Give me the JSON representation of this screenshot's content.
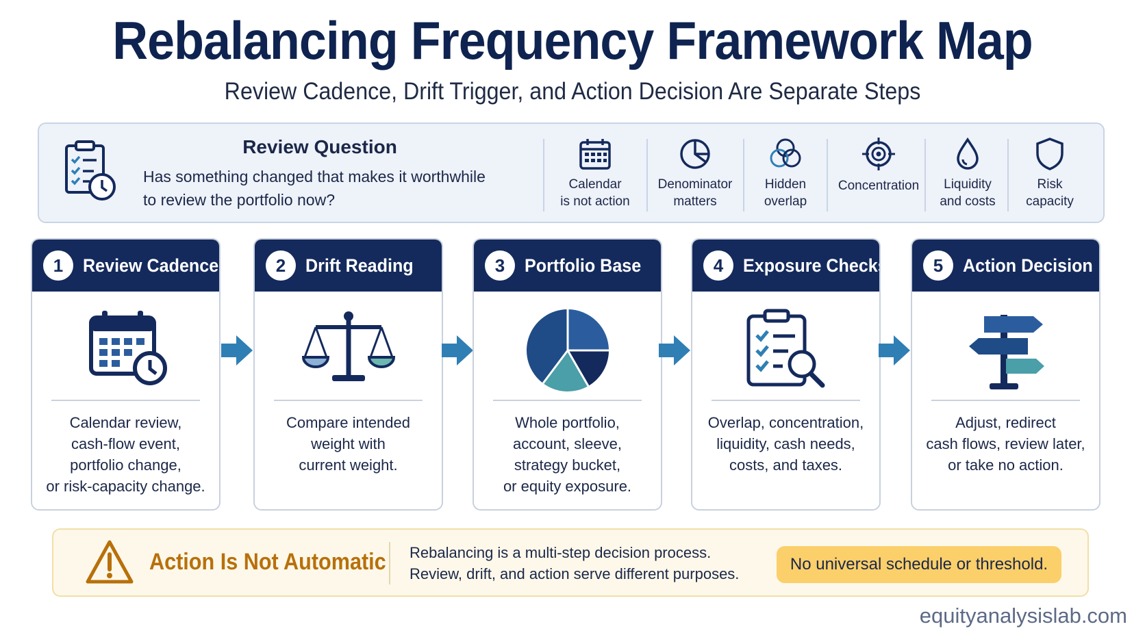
{
  "header": {
    "title": "Rebalancing Frequency Framework Map",
    "subtitle": "Review Cadence, Drift Trigger, and Action Decision Are Separate Steps"
  },
  "review_question": {
    "title": "Review Question",
    "text_line1": "Has something changed that makes it worthwhile",
    "text_line2": "to review the portfolio now?",
    "icon": "clipboard-clock-icon",
    "items": [
      {
        "icon": "calendar-icon",
        "line1": "Calendar",
        "line2": "is not action"
      },
      {
        "icon": "pie-chart-icon",
        "line1": "Denominator",
        "line2": "matters"
      },
      {
        "icon": "overlap-circles-icon",
        "line1": "Hidden",
        "line2": "overlap"
      },
      {
        "icon": "target-icon",
        "line1": "Concentration",
        "line2": ""
      },
      {
        "icon": "droplet-icon",
        "line1": "Liquidity",
        "line2": "and costs"
      },
      {
        "icon": "shield-icon",
        "line1": "Risk",
        "line2": "capacity"
      }
    ]
  },
  "steps": [
    {
      "num": "1",
      "title": "Review Cadence",
      "icon": "calendar-clock-icon",
      "lines": [
        "Calendar review,",
        "cash-flow event,",
        "portfolio change,",
        "or risk-capacity change."
      ]
    },
    {
      "num": "2",
      "title": "Drift Reading",
      "icon": "balance-scale-icon",
      "lines": [
        "Compare intended",
        "weight with",
        "current weight."
      ]
    },
    {
      "num": "3",
      "title": "Portfolio Base",
      "icon": "pie-chart-icon",
      "lines": [
        "Whole portfolio,",
        "account, sleeve,",
        "strategy bucket,",
        "or equity exposure."
      ]
    },
    {
      "num": "4",
      "title": "Exposure Checks",
      "icon": "checklist-magnifier-icon",
      "lines": [
        "Overlap, concentration,",
        "liquidity, cash needs,",
        "costs, and taxes."
      ]
    },
    {
      "num": "5",
      "title": "Action Decision",
      "icon": "signpost-icon",
      "lines": [
        "Adjust, redirect",
        "cash flows, review later,",
        "or take no action."
      ]
    }
  ],
  "warning": {
    "icon": "warning-triangle-icon",
    "title": "Action Is Not Automatic",
    "line1": "Rebalancing is a multi-step decision process.",
    "line2": "Review, drift, and action serve different purposes.",
    "pill": "No universal schedule or threshold."
  },
  "footer": {
    "site": "equityanalysislab.com"
  },
  "colors": {
    "navy": "#142a5c",
    "title": "#0f2350",
    "accent_blue": "#2f7fb5",
    "teal": "#4a9fa8",
    "warning": "#b8700a",
    "pill": "#fbcf6a"
  }
}
